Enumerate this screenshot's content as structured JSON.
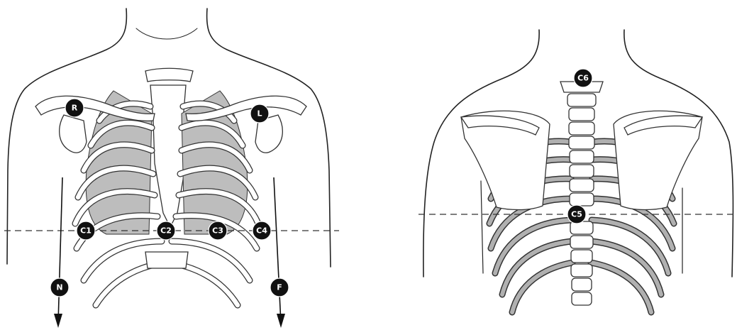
{
  "front_view": {
    "markers": [
      {
        "id": "R",
        "label": "R"
      },
      {
        "id": "L",
        "label": "L"
      },
      {
        "id": "C1",
        "label": "C1"
      },
      {
        "id": "C2",
        "label": "C2"
      },
      {
        "id": "C3",
        "label": "C3"
      },
      {
        "id": "C4",
        "label": "C4"
      },
      {
        "id": "N",
        "label": "N"
      },
      {
        "id": "F",
        "label": "F"
      }
    ]
  },
  "back_view": {
    "markers": [
      {
        "id": "C6",
        "label": "C6"
      },
      {
        "id": "C5",
        "label": "C5"
      }
    ]
  }
}
